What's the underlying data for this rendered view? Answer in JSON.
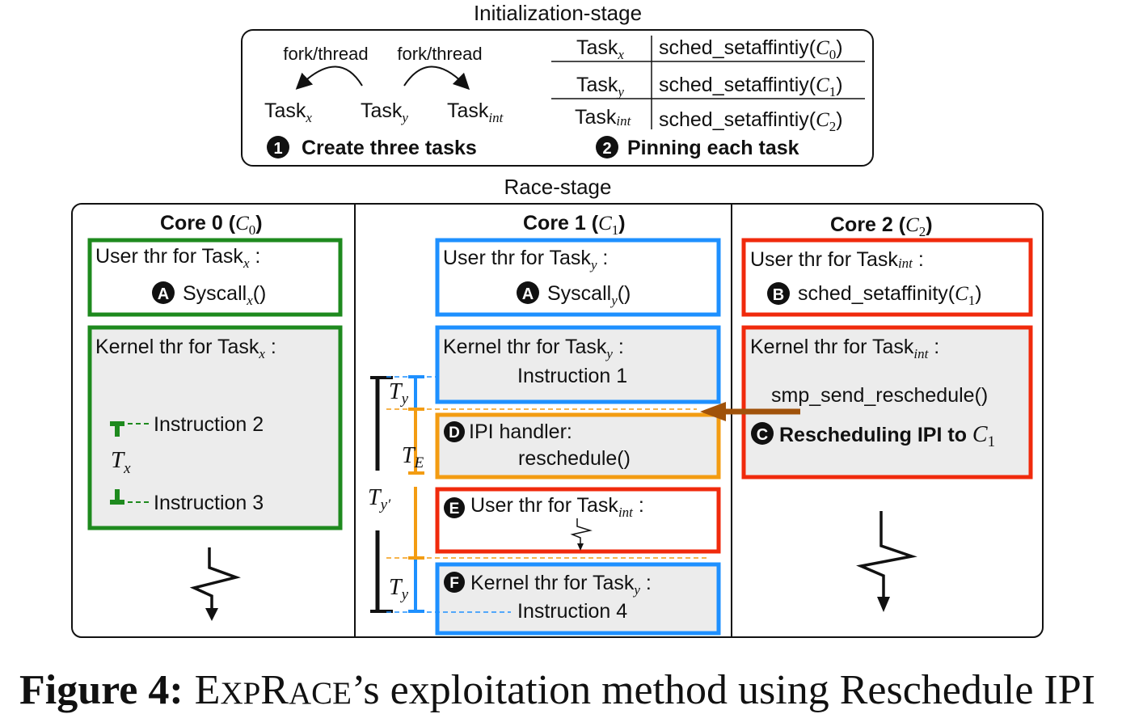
{
  "init_stage": {
    "title": "Initialization-stage",
    "fork_label_1": "fork/thread",
    "fork_label_2": "fork/thread",
    "tasks": [
      {
        "name": "Task",
        "sub": "x"
      },
      {
        "name": "Task",
        "sub": "y"
      },
      {
        "name": "Task",
        "sub": "int"
      }
    ],
    "step1": {
      "num": "1",
      "label": "Create three tasks"
    },
    "step2": {
      "num": "2",
      "label": "Pinning each task"
    },
    "pin_table": [
      {
        "task": "Task",
        "sub": "x",
        "call": "sched_setaffintiy(",
        "core": "C",
        "core_sub": "0",
        "close": ")"
      },
      {
        "task": "Task",
        "sub": "y",
        "call": "sched_setaffintiy(",
        "core": "C",
        "core_sub": "1",
        "close": ")"
      },
      {
        "task": "Task",
        "sub": "int",
        "call": "sched_setaffintiy(",
        "core": "C",
        "core_sub": "2",
        "close": ")"
      }
    ]
  },
  "race_stage": {
    "title": "Race-stage",
    "cores": [
      {
        "label": "Core 0 (",
        "c": "C",
        "sub": "0",
        "close": ")"
      },
      {
        "label": "Core 1 (",
        "c": "C",
        "sub": "1",
        "close": ")"
      },
      {
        "label": "Core 2 (",
        "c": "C",
        "sub": "2",
        "close": ")"
      }
    ],
    "core0": {
      "user_title": "User thr for Task",
      "user_sub": "x",
      "colon": " :",
      "user_badge": "A",
      "user_call": "Syscall",
      "user_call_sub": "x",
      "user_call_close": "()",
      "kernel_title": "Kernel thr for Task",
      "kernel_sub": "x",
      "instr2": "Instruction 2",
      "instr3": "Instruction 3",
      "t_label": "T",
      "t_sub": "x"
    },
    "core1": {
      "user_title": "User thr for Task",
      "user_sub": "y",
      "colon": " :",
      "user_badge": "A",
      "user_call": "Syscall",
      "user_call_sub": "y",
      "user_call_close": "()",
      "kernel_title": "Kernel thr for Task",
      "kernel_sub": "y",
      "instr1": "Instruction 1",
      "ipi_badge": "D",
      "ipi_title": "IPI handler:",
      "ipi_call": "reschedule()",
      "user2_badge": "E",
      "user2_title": "User thr for Task",
      "user2_sub": "int",
      "kernel2_badge": "F",
      "kernel2_title": "Kernel thr for Task",
      "kernel2_sub": "y",
      "instr4": "Instruction 4",
      "timing": {
        "ty": "T",
        "ty_sub": "y",
        "te": "T",
        "te_sub": "E",
        "typ": "T",
        "typ_sub": "y′",
        "ty2": "T",
        "ty2_sub": "y"
      }
    },
    "core2": {
      "user_title": "User thr for Task",
      "user_sub": "int",
      "colon": " :",
      "user_badge": "B",
      "user_call": "sched_setaffinity(",
      "user_core": "C",
      "user_core_sub": "1",
      "user_close": ")",
      "kernel_title": "Kernel thr for Task",
      "kernel_sub": "int",
      "smp_call": "smp_send_reschedule()",
      "ipi_badge": "C",
      "ipi_label": "Rescheduling IPI to ",
      "ipi_core": "C",
      "ipi_core_sub": "1"
    }
  },
  "caption": {
    "fig": "Figure 4:",
    "name_big1": "E",
    "name_small1": "XP",
    "name_big2": "R",
    "name_small2": "ACE",
    "rest": "’s exploitation method using Reschedule IPI"
  },
  "colors": {
    "green": "#1e8a1e",
    "blue": "#1e90ff",
    "red": "#f02a0c",
    "orange": "#f39c12",
    "brown": "#a0520a",
    "gray_fill": "#ececec",
    "black": "#111111"
  }
}
